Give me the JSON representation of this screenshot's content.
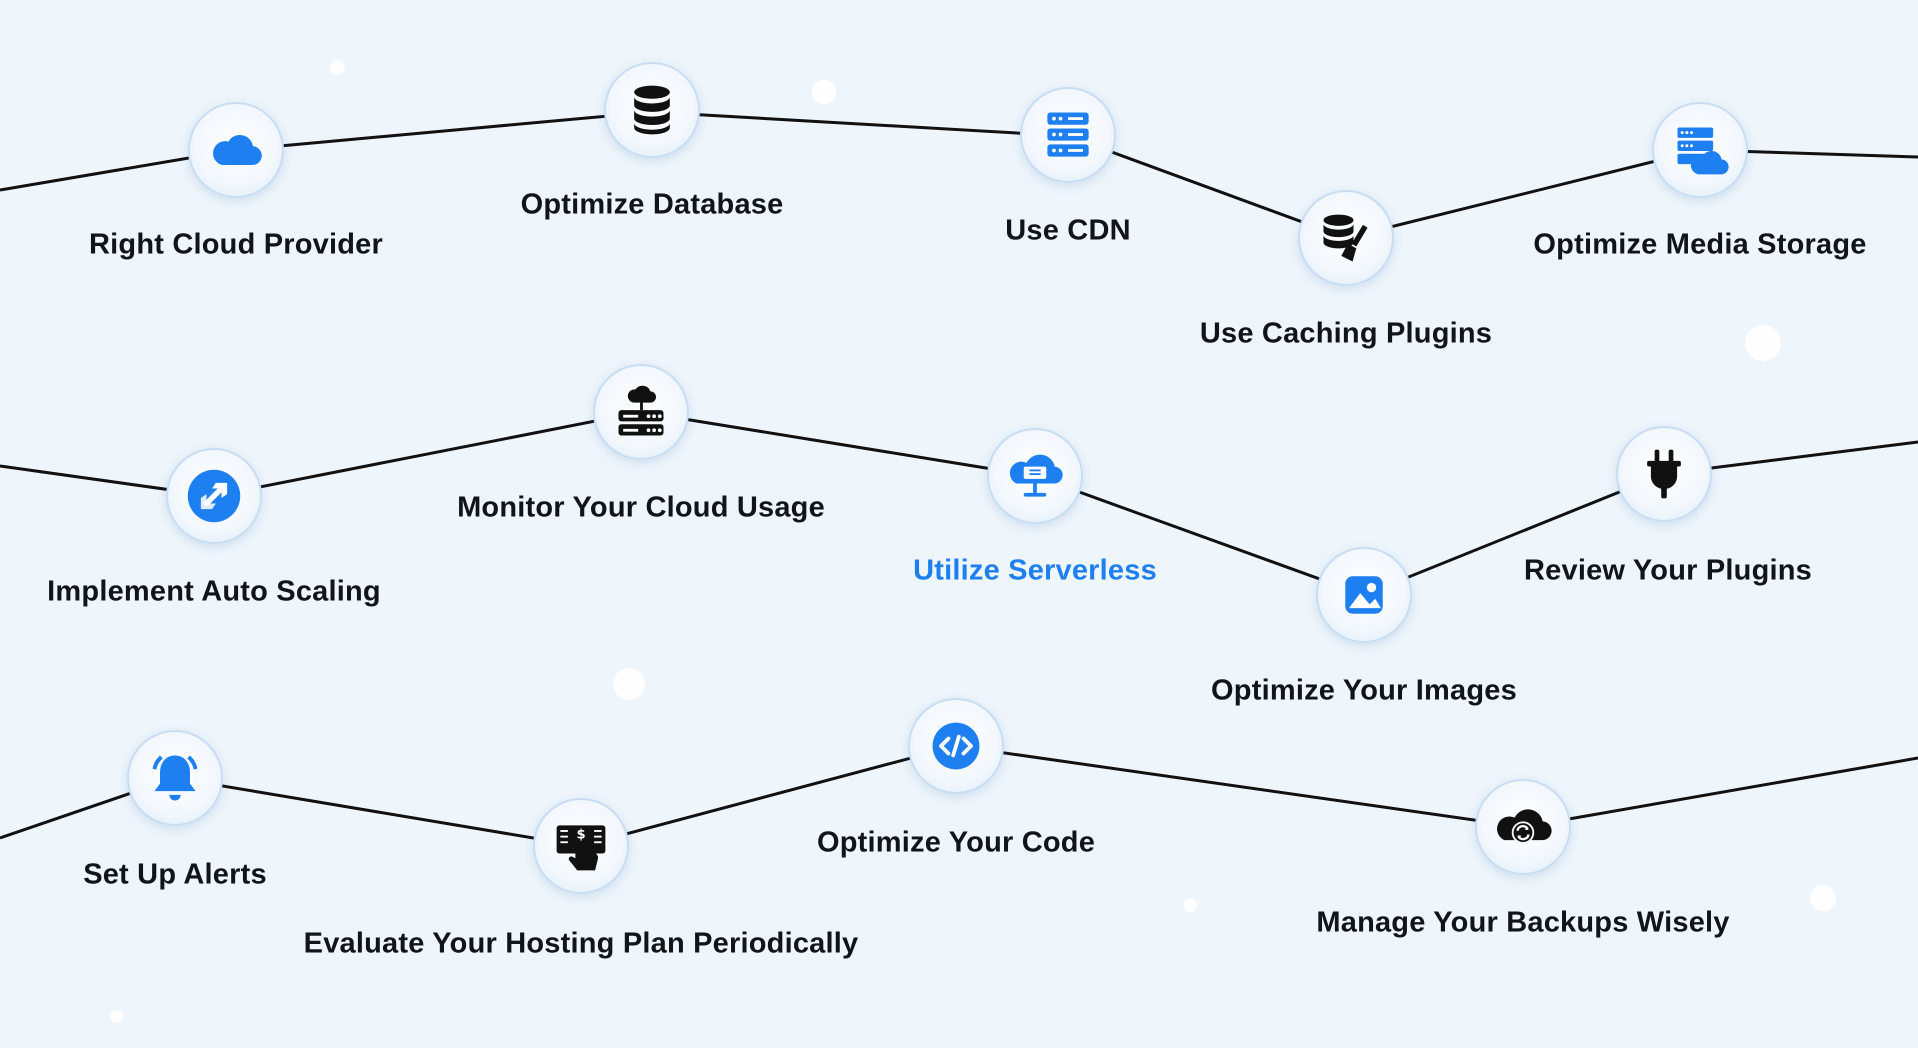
{
  "accent_color": "#1e7ff0",
  "line_color": "#111111",
  "steps": [
    {
      "label": "Right Cloud Provider",
      "icon": "cloud-icon",
      "highlighted": false
    },
    {
      "label": "Optimize Database",
      "icon": "database-icon",
      "highlighted": false
    },
    {
      "label": "Use CDN",
      "icon": "server-rack-icon",
      "highlighted": false
    },
    {
      "label": "Use Caching Plugins",
      "icon": "database-broom-icon",
      "highlighted": false
    },
    {
      "label": "Optimize Media Storage",
      "icon": "cloud-server-icon",
      "highlighted": false
    },
    {
      "label": "Implement Auto Scaling",
      "icon": "auto-scaling-arrows-icon",
      "highlighted": false
    },
    {
      "label": "Monitor Your Cloud Usage",
      "icon": "cloud-network-server-icon",
      "highlighted": false
    },
    {
      "label": "Utilize Serverless",
      "icon": "serverless-cloud-monitor-icon",
      "highlighted": true
    },
    {
      "label": "Optimize Your Images",
      "icon": "image-icon",
      "highlighted": false
    },
    {
      "label": "Review Your Plugins",
      "icon": "plug-icon",
      "highlighted": false
    },
    {
      "label": "Set Up Alerts",
      "icon": "bell-icon",
      "highlighted": false
    },
    {
      "label": "Evaluate Your Hosting Plan Periodically",
      "icon": "pricing-hand-icon",
      "highlighted": false
    },
    {
      "label": "Optimize Your Code",
      "icon": "code-icon",
      "highlighted": false
    },
    {
      "label": "Manage Your Backups Wisely",
      "icon": "cloud-sync-icon",
      "highlighted": false
    }
  ]
}
